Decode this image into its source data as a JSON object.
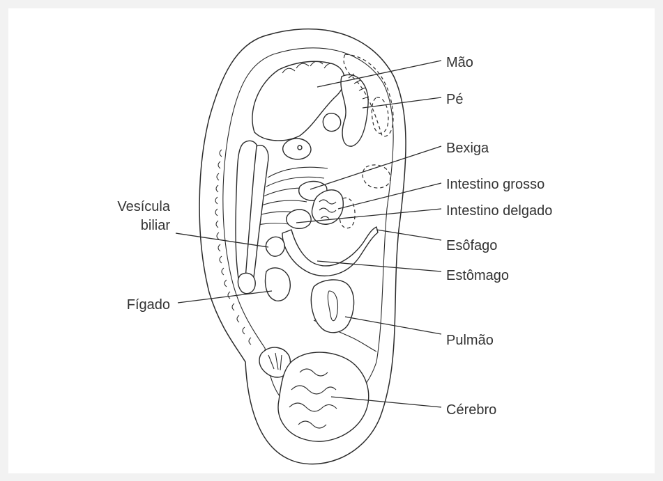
{
  "labels": {
    "mao": "Mão",
    "pe": "Pé",
    "bexiga": "Bexiga",
    "intestino_grosso": "Intestino grosso",
    "intestino_delgado": "Intestino delgado",
    "esofago": "Esôfago",
    "estomago": "Estômago",
    "pulmao": "Pulmão",
    "cerebro": "Cérebro",
    "vesicula_line1": "Vesícula",
    "vesicula_line2": "biliar",
    "figado": "Fígado"
  },
  "colors": {
    "background": "#f2f2f2",
    "card": "#ffffff",
    "ear_fill": "#e6e6e6",
    "ear_inner": "#eeeeee",
    "line": "#2b2b2b"
  }
}
